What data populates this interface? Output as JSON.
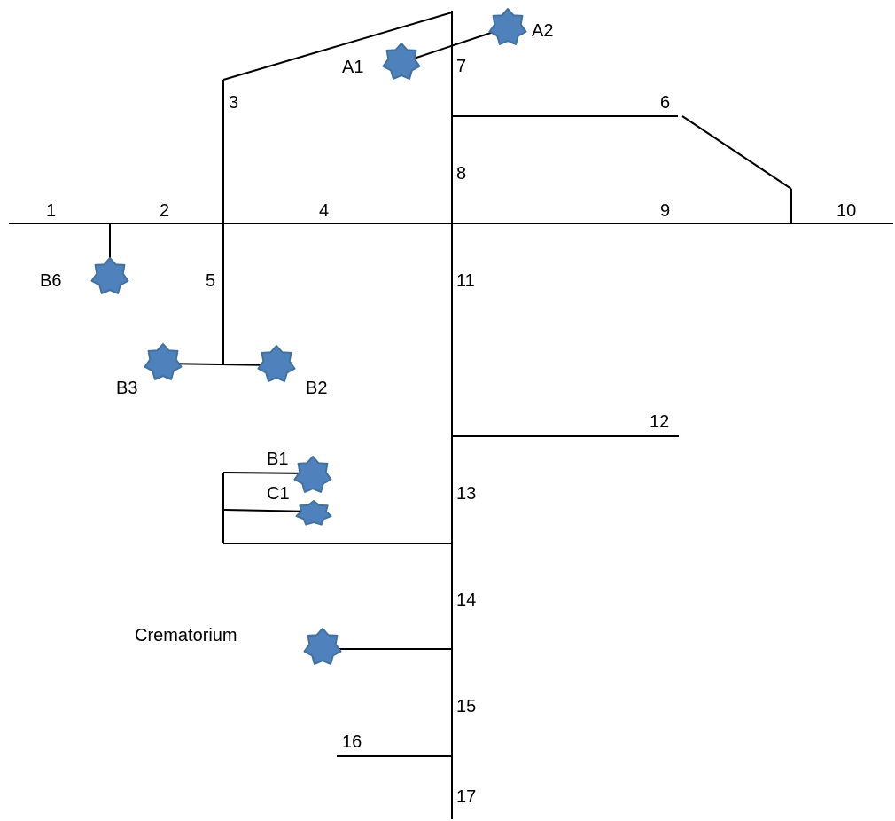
{
  "colors": {
    "line": "#000000",
    "background": "#ffffff",
    "star_fill": "#4F81BD",
    "star_stroke": "#41719C",
    "text": "#000000"
  },
  "labels": {
    "seg_1": "1",
    "seg_2": "2",
    "seg_3": "3",
    "seg_4": "4",
    "seg_5": "5",
    "seg_6": "6",
    "seg_7": "7",
    "seg_8": "8",
    "seg_9": "9",
    "seg_10": "10",
    "seg_11": "11",
    "seg_12": "12",
    "seg_13": "13",
    "seg_14": "14",
    "seg_15": "15",
    "seg_16": "16",
    "seg_17": "17"
  },
  "markers": {
    "a1": "A1",
    "a2": "A2",
    "b1": "B1",
    "b2": "B2",
    "b3": "B3",
    "b6": "B6",
    "c1": "C1",
    "crematorium": "Crematorium"
  },
  "marker_icon": "seven-point-star-icon"
}
